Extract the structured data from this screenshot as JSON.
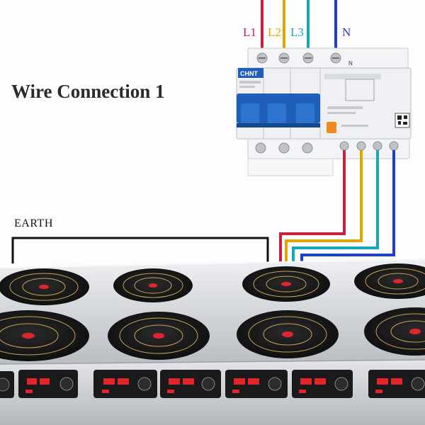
{
  "title": "Wire Connection 1",
  "earth_label": "EARTH",
  "wires": [
    {
      "label": "L1",
      "color": "#c8203e"
    },
    {
      "label": "L2",
      "color": "#d9a900"
    },
    {
      "label": "L3",
      "color": "#16a7b8"
    },
    {
      "label": "N",
      "color": "#1f3fc7"
    }
  ],
  "breaker": {
    "brand": "CHNT",
    "terminal_label": "N",
    "body_color": "#eef0f3",
    "handle_color": "#1f5fb8",
    "accent_color": "#f08a1c"
  },
  "earth_wire_color": "#111111",
  "cooktop": {
    "surface_color": "#d4d7db",
    "burner_color": "#161616",
    "ring_color": "#c9a25a",
    "display_color": "#e0262b"
  }
}
